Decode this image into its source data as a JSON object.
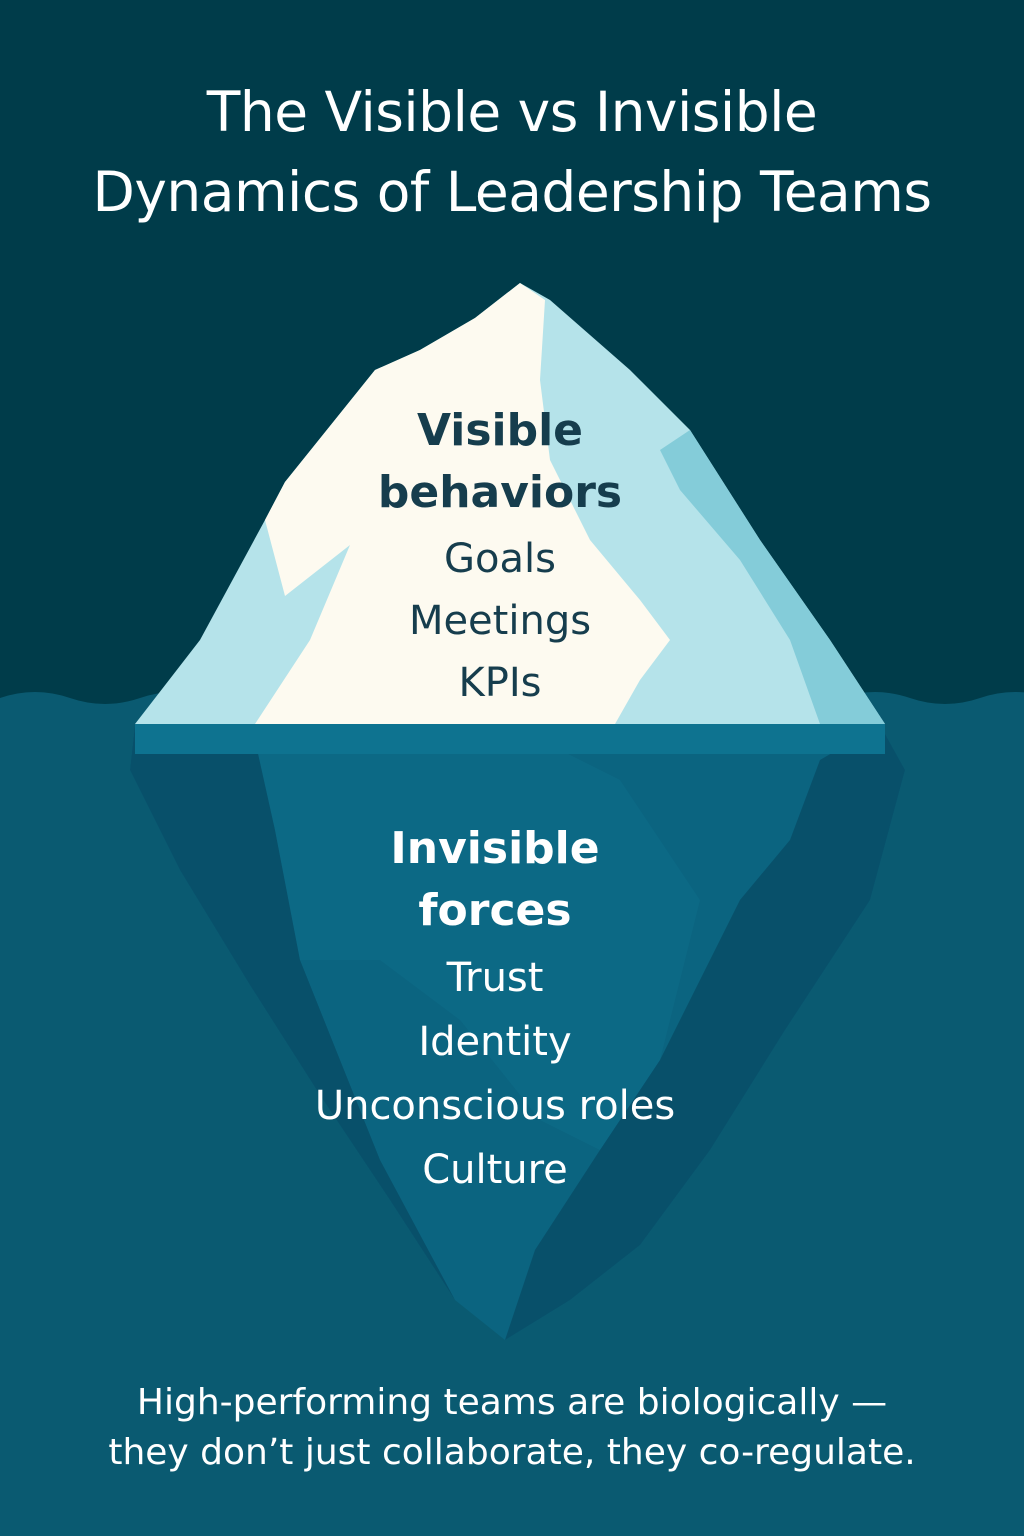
{
  "title": {
    "line1": "The Visible vs Invisible",
    "line2": "Dynamics of Leadership Teams"
  },
  "visible": {
    "heading_line1": "Visible",
    "heading_line2": "behaviors",
    "items": [
      "Goals",
      "Meetings",
      "KPIs"
    ]
  },
  "invisible": {
    "heading_line1": "Invisible",
    "heading_line2": "forces",
    "items": [
      "Trust",
      "Identity",
      "Unconscious roles",
      "Culture"
    ]
  },
  "caption": {
    "line1": "High-performing teams are biologically —",
    "line2": "they don’t just collaborate, they co-regulate."
  },
  "colors": {
    "sky": "#003c4a",
    "water": "#0a5a71",
    "iceberg_top_light": "#fdfaf0",
    "iceberg_top_shade": "#b5e3ea",
    "iceberg_top_dark": "#84ccd9",
    "underwater_ice": "#0b6480",
    "underwater_shadow": "#08506a",
    "text_dark": "#163d4d",
    "text_light": "#ffffff"
  }
}
